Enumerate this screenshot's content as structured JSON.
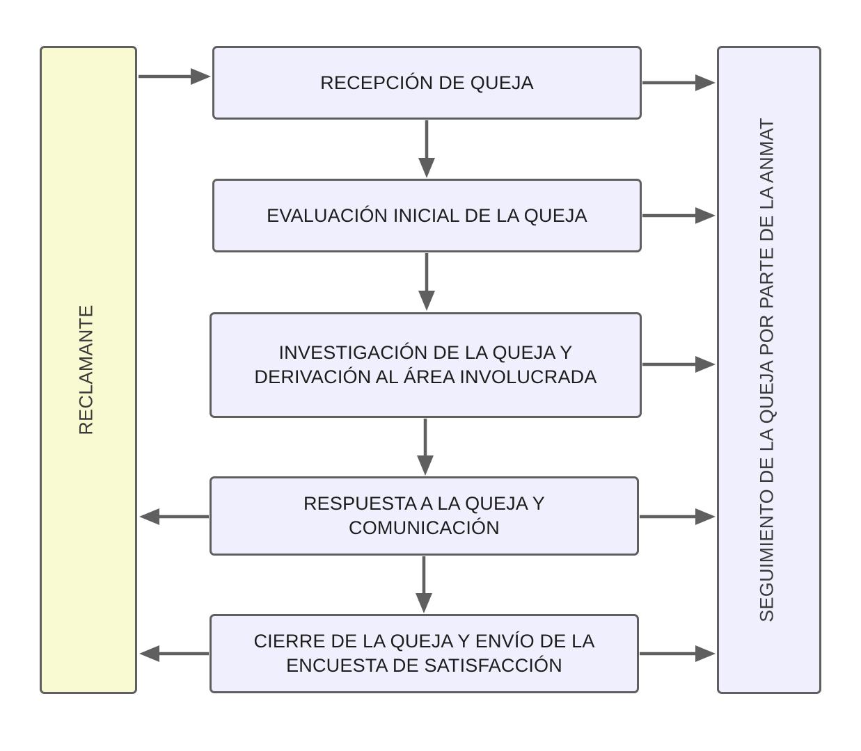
{
  "left_lane": {
    "label": "RECLAMANTE",
    "color": "#fafad2"
  },
  "right_lane": {
    "label": "SEGUIMIENTO DE LA QUEJA POR PARTE DE LA ANMAT",
    "color": "#efeffd"
  },
  "steps": [
    {
      "label": "RECEPCIÓN DE QUEJA"
    },
    {
      "label": "EVALUACIÓN INICIAL DE LA QUEJA"
    },
    {
      "label": "INVESTIGACIÓN DE LA QUEJA Y\nDERIVACIÓN AL ÁREA INVOLUCRADA"
    },
    {
      "label": "RESPUESTA A LA QUEJA Y\nCOMUNICACIÓN"
    },
    {
      "label": "CIERRE DE LA QUEJA Y ENVÍO DE LA\nENCUESTA DE SATISFACCIÓN"
    }
  ],
  "colors": {
    "box_fill": "#efeffd",
    "border": "#5f5f5f",
    "arrow": "#5f5f5f"
  }
}
